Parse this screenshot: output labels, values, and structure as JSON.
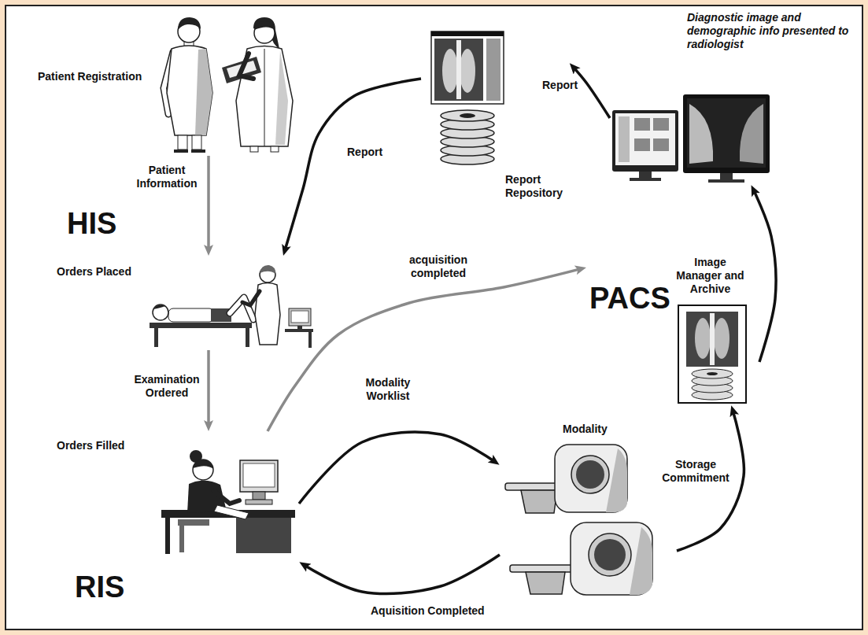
{
  "diagram": {
    "nodes": [
      {
        "text": [
          "Patient Registration"
        ]
      },
      {
        "text": [
          "Orders Placed"
        ]
      },
      {
        "text": [
          "Orders Filled",
          "RIS"
        ]
      },
      {
        "text": [
          "Modality"
        ]
      },
      {
        "text": [
          "Image Manager and Archive",
          "PACS"
        ]
      },
      {
        "text": [
          "Diagnostic image and demographic info presented to radiologist"
        ]
      },
      {
        "text": [
          "Report Repository"
        ]
      }
    ],
    "edges": [
      {
        "from": 0,
        "to": 1,
        "label": "Patient Information",
        "arrow": "to"
      },
      {
        "from": 1,
        "to": 2,
        "label": "Examination Ordered",
        "arrow": "to"
      },
      {
        "from": 2,
        "to": 3,
        "label": "Modality Worklist",
        "arrow": "to"
      },
      {
        "from": 3,
        "to": 2,
        "label": "Aquisition Completed",
        "arrow": "to"
      },
      {
        "from": 3,
        "to": 4,
        "label": "Storage Commitment",
        "arrow": "to"
      },
      {
        "from": 2,
        "to": 4,
        "label": "acquisition completed",
        "arrow": "to"
      },
      {
        "from": 4,
        "to": 5,
        "arrow": "to"
      },
      {
        "from": 5,
        "to": 6,
        "label": "Report",
        "arrow": "to"
      },
      {
        "from": 6,
        "to": 1,
        "label": "Report",
        "arrow": "to"
      }
    ],
    "labels": [
      "HIS"
    ]
  }
}
